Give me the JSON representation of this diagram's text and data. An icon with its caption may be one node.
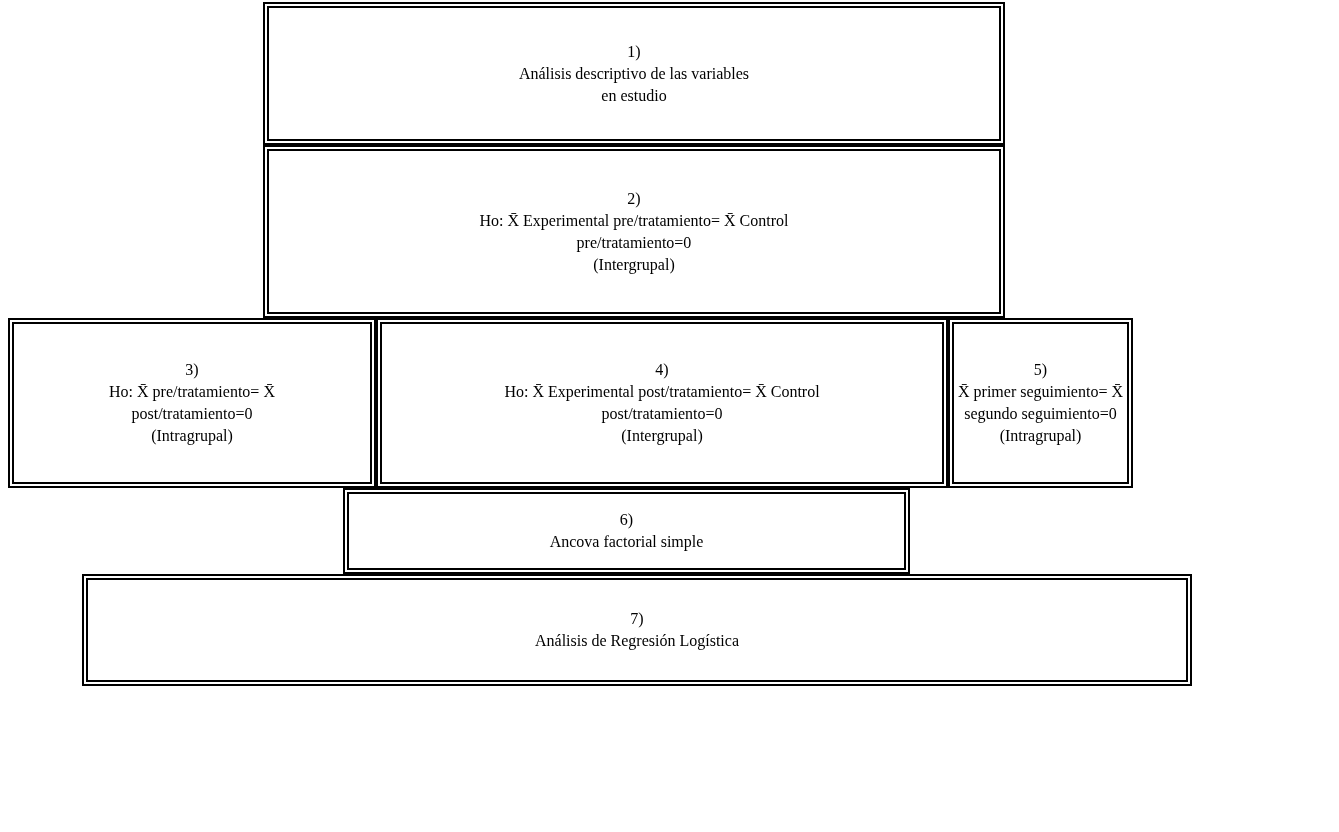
{
  "diagram": {
    "nodes": [
      {
        "text": [
          "1)",
          "Análisis descriptivo de las variables en estudio"
        ]
      },
      {
        "text": [
          "2)",
          "Ho: X̄ Experimental pre/tratamiento= X̄ Control pre/tratamiento=0",
          "(Intergrupal)"
        ]
      },
      {
        "text": [
          "3)",
          "Ho: X̄ pre/tratamiento= X̄ post/tratamiento=0",
          "(Intragrupal)"
        ]
      },
      {
        "text": [
          "4)",
          "Ho: X̄ Experimental post/tratamiento= X̄ Control post/tratamiento=0",
          "(Intergrupal)"
        ]
      },
      {
        "text": [
          "5)",
          "X̄ primer seguimiento= X̄ segundo seguimiento=0",
          "(Intragrupal)"
        ]
      },
      {
        "text": [
          "6)",
          "Ancova factorial simple"
        ]
      },
      {
        "text": [
          "7)",
          "Análisis de Regresión Logística"
        ]
      }
    ]
  }
}
